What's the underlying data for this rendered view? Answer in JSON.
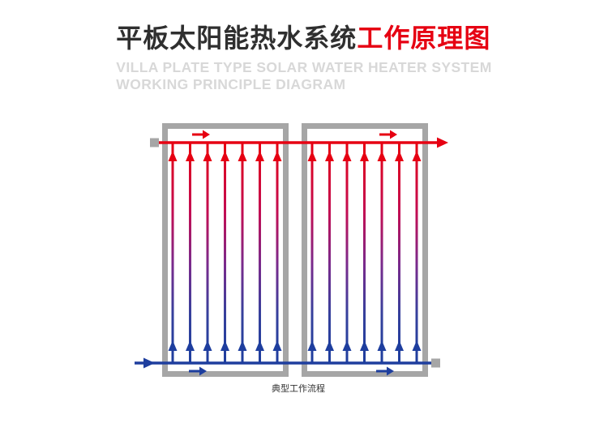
{
  "header": {
    "title_black": "平板太阳能热水系统",
    "title_red": "工作原理图",
    "subtitle_line1": "VILLA PLATE TYPE SOLAR WATER HEATER SYSTEM",
    "subtitle_line2": "WORKING PRINCIPLE DIAGRAM"
  },
  "diagram": {
    "caption": "典型工作流程",
    "panel_count": 2,
    "risers_per_panel": 7
  },
  "colors": {
    "hot": "#e60012",
    "cold": "#1e3e9e",
    "frame": "#a6a6a6",
    "title": "#2f2f2f",
    "subtitle": "#d8d8d8"
  }
}
